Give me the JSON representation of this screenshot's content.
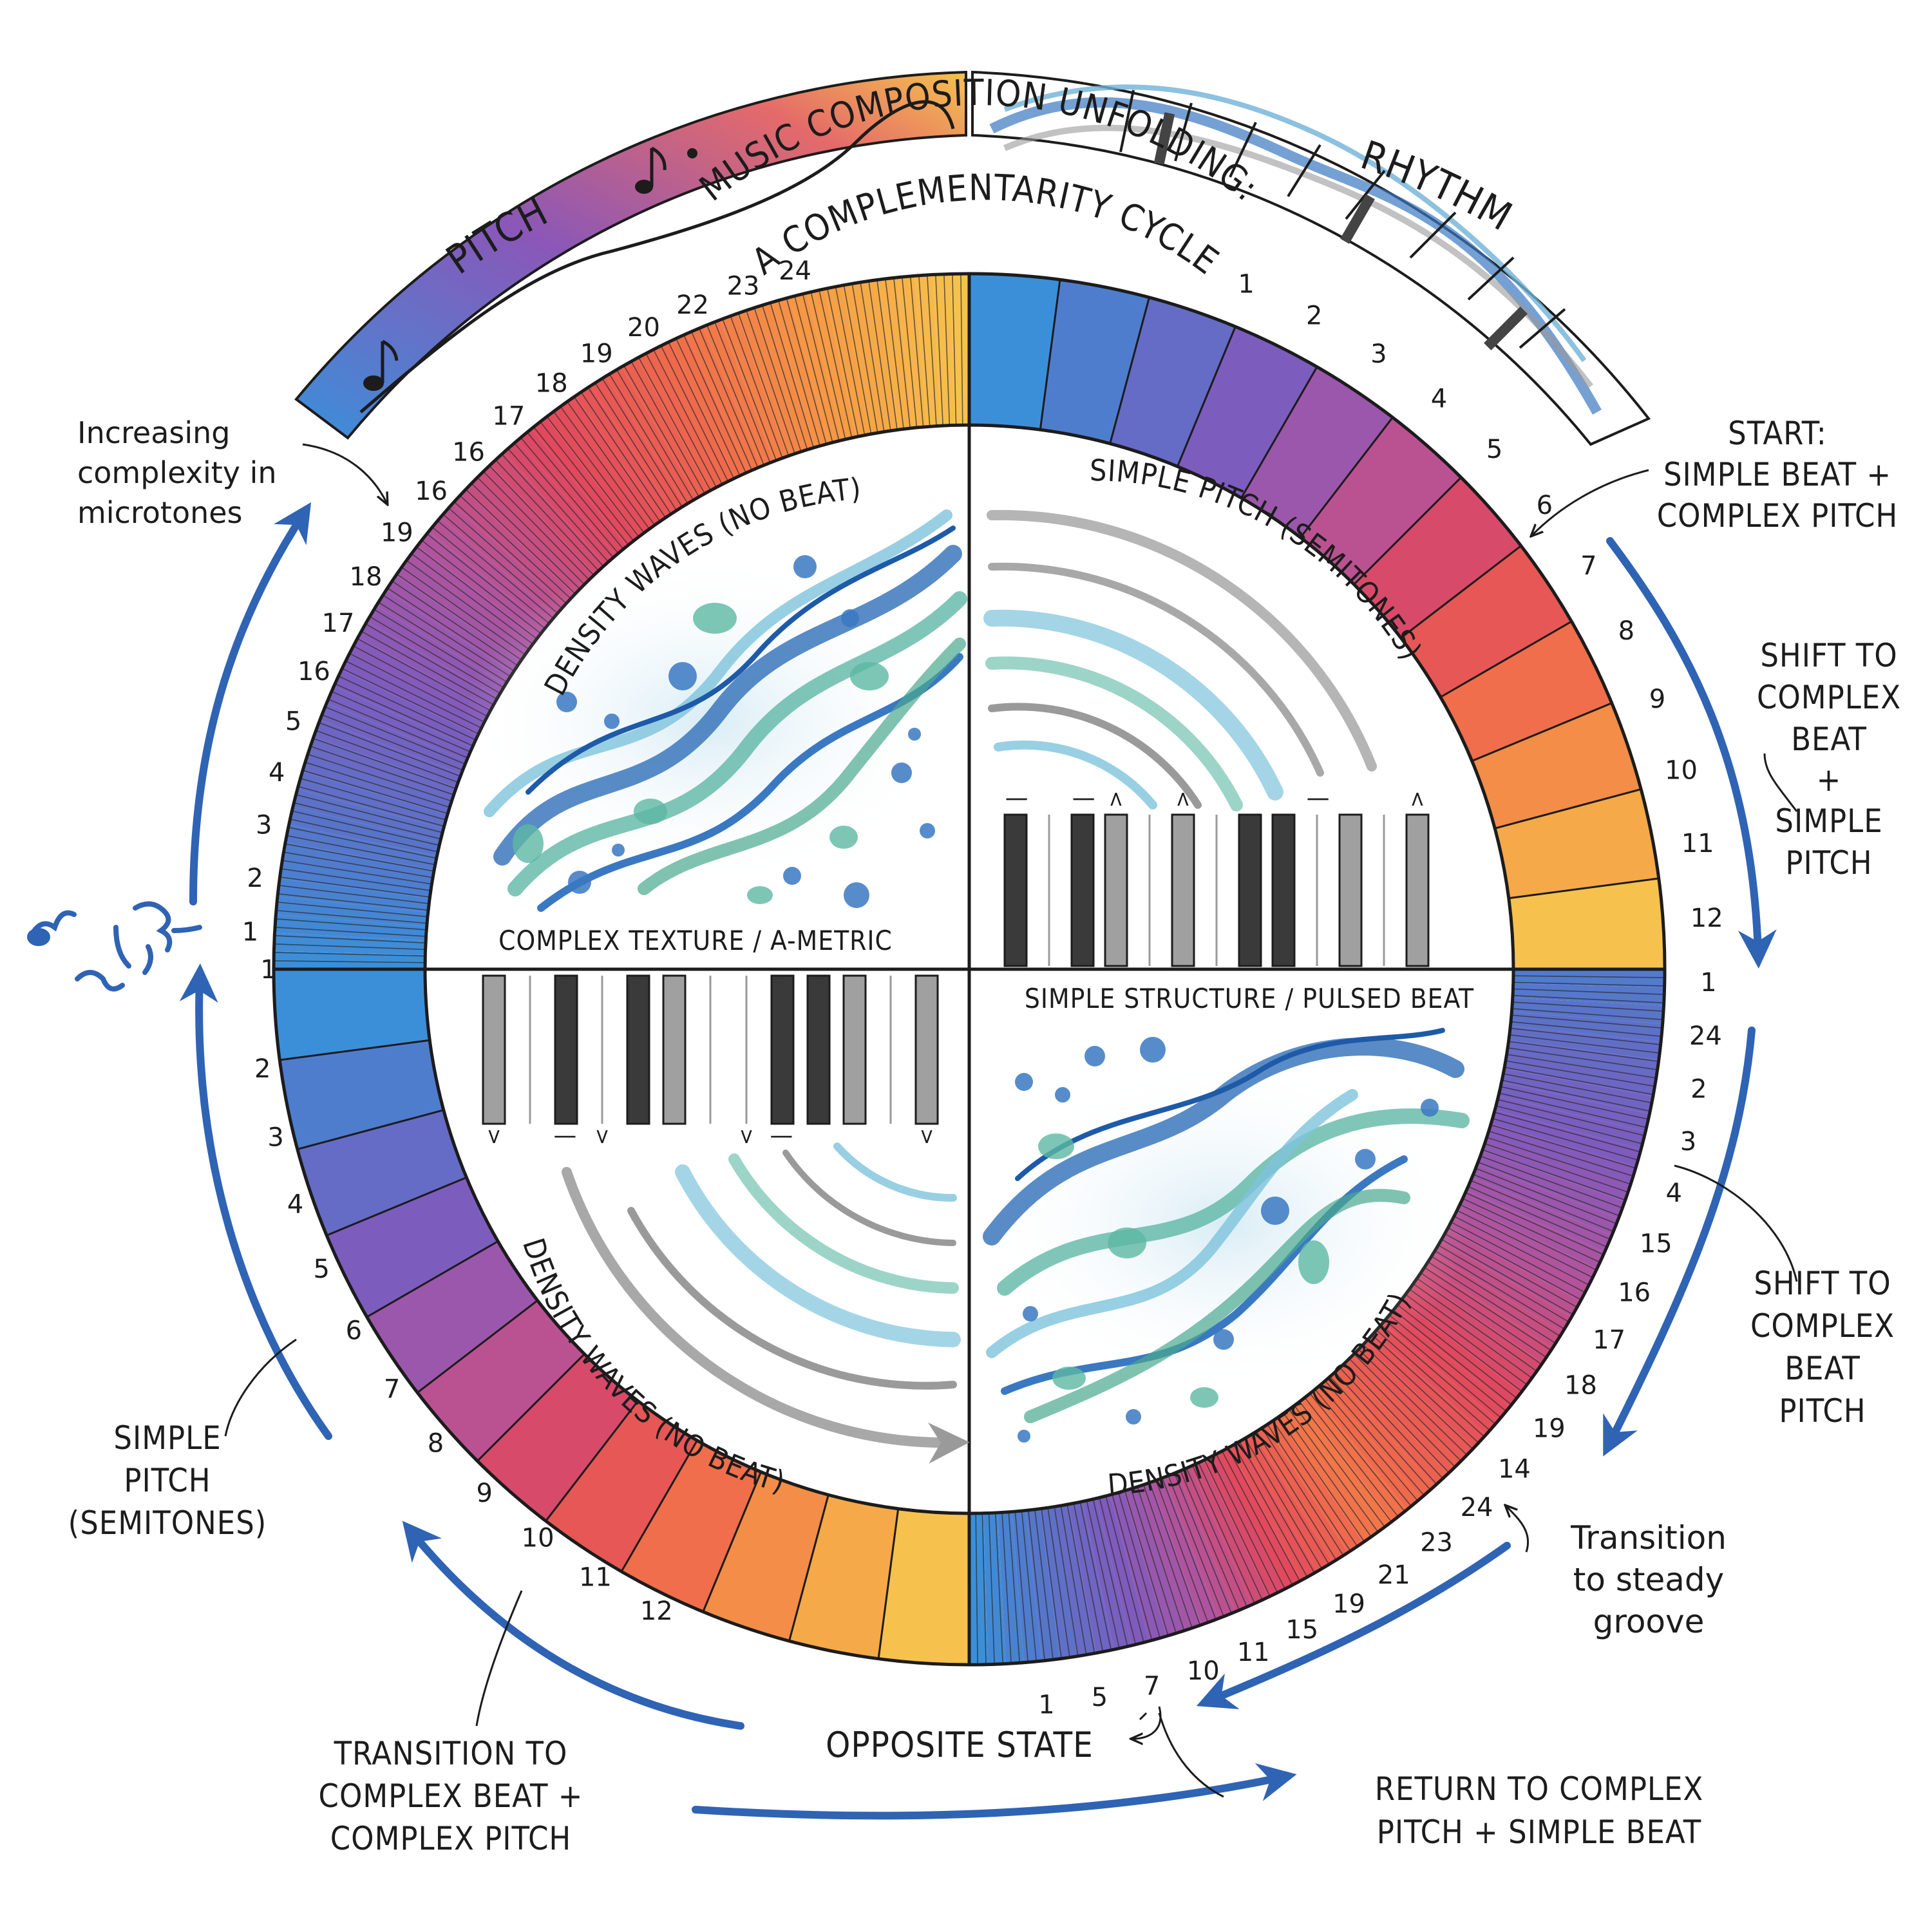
{
  "title": {
    "line1": "MUSIC COMPOSITION UNFOLDING:",
    "line2": "A COMPLEMENTARITY CYCLE"
  },
  "banner": {
    "left": "PITCH",
    "right": "RHYTHM"
  },
  "quadrants": {
    "top_left": {
      "arc_label": "DENSITY WAVES (NO BEAT)",
      "caption": "COMPLEX TEXTURE / A-METRIC"
    },
    "top_right": {
      "arc_label": "SIMPLE PITCH (SEMITONES)",
      "caption": "SIMPLE STRUCTURE / PULSED BEAT"
    },
    "bottom_left": {
      "arc_label": "DENSITY WAVES (NO BEAT)"
    },
    "bottom_right": {
      "arc_label": "DENSITY WAVES (NO BEAT)"
    }
  },
  "ring_numbers": {
    "top_left_inner": [
      "1",
      "2",
      "3",
      "4",
      "5",
      "16",
      "17",
      "18",
      "19",
      "16",
      "16",
      "17",
      "18",
      "19",
      "20",
      "22",
      "23",
      "24"
    ],
    "top_right": [
      "1",
      "2",
      "3",
      "4",
      "5",
      "6",
      "7",
      "8",
      "9",
      "10",
      "11",
      "12"
    ],
    "bottom_left": [
      "2",
      "3",
      "4",
      "5",
      "6",
      "7",
      "8",
      "9",
      "10",
      "11",
      "12"
    ],
    "bottom_right": [
      "1",
      "24",
      "2",
      "3",
      "4",
      "15",
      "16",
      "17",
      "18",
      "19",
      "14",
      "24",
      "23",
      "21",
      "19",
      "15",
      "11",
      "10",
      "7",
      "5",
      "1"
    ],
    "left_one": "1"
  },
  "annotations": {
    "microtones": [
      "Increasing",
      "complexity in",
      "microtones"
    ],
    "start": [
      "START:",
      "SIMPLE BEAT +",
      "COMPLEX PITCH"
    ],
    "shift1": [
      "SHIFT TO",
      "COMPLEX",
      "BEAT",
      "+",
      "SIMPLE",
      "PITCH"
    ],
    "shift2": [
      "SHIFT TO",
      "COMPLEX",
      "BEAT",
      "PITCH"
    ],
    "groove": [
      "Transition",
      "to steady",
      "groove"
    ],
    "opposite": "OPPOSITE STATE",
    "return": [
      "RETURN TO COMPLEX",
      "PITCH + SIMPLE BEAT"
    ],
    "transition": [
      "TRANSITION TO",
      "COMPLEX BEAT +",
      "COMPLEX PITCH"
    ],
    "simple_pitch": [
      "SIMPLE",
      "PITCH",
      "(SEMITONES)"
    ]
  },
  "colors": {
    "blue": "#3a78c2",
    "arrow": "#2f63b4",
    "gradient": [
      "#3b8fd9",
      "#5a73c8",
      "#7f5bbd",
      "#b2549c",
      "#e0485f",
      "#ef6a4c",
      "#f59a45",
      "#f6c24d"
    ]
  },
  "icons": [
    "music-note-icon",
    "rhythm-wave-icon",
    "scattered-notes-icon",
    "piano-keys-icon"
  ]
}
